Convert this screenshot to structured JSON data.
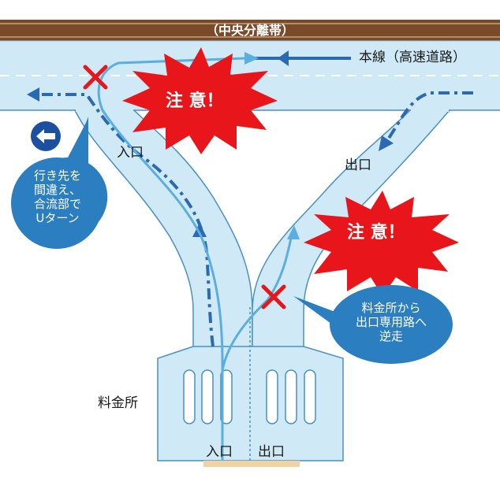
{
  "colors": {
    "road": "#cfe9f6",
    "road_edge": "#4a90c2",
    "median": "#7a4a2a",
    "arrow_main": "#2b6ab3",
    "arrow_light": "#5aaee0",
    "warning_red": "#e8161b",
    "callout_blue": "#2b7fc0"
  },
  "median": {
    "label": "（中央分離帯）"
  },
  "mainline": {
    "label": "本線（高速道路）"
  },
  "branches": {
    "entrance": "入口",
    "exit": "出口"
  },
  "toll": {
    "label": "料金所",
    "gate_entrance": "入口",
    "gate_exit": "出口"
  },
  "warnings": [
    {
      "text": "注 意！"
    },
    {
      "text": "注 意！"
    }
  ],
  "callouts": {
    "uturn": [
      "行き先を",
      "間違え、",
      "合流部で",
      "Uターン"
    ],
    "reverse": [
      "料金所から",
      "出口専用路へ",
      "逆走"
    ]
  },
  "icons": [
    "left-arrow-sign-icon",
    "cross-mark-icon"
  ]
}
